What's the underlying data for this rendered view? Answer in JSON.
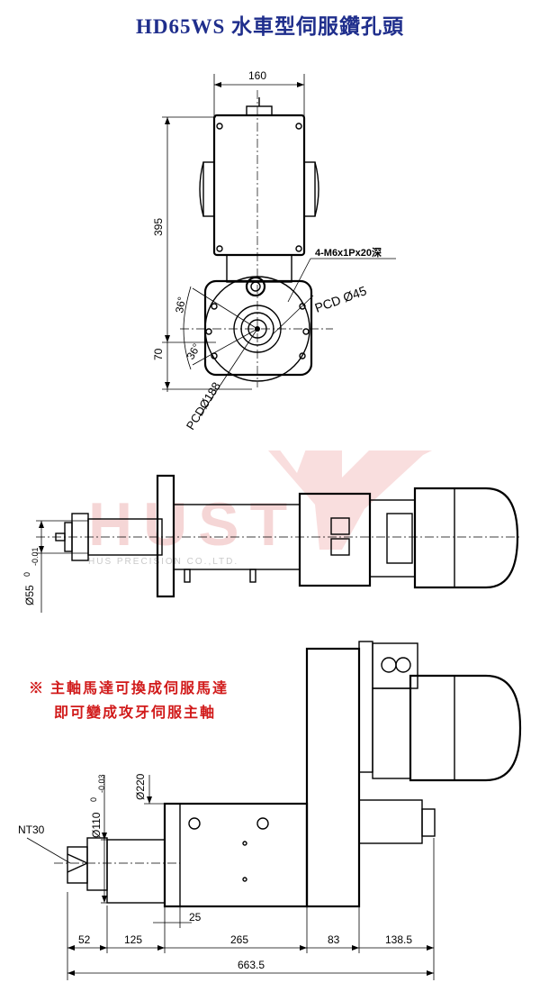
{
  "title": "HD65WS 水車型伺服鑽孔頭",
  "top_view": {
    "width_dim": "160",
    "height_dim": "395",
    "lower_dim": "70",
    "angle_upper": "36°",
    "angle_lower": "36°",
    "screw_note": "4-M6x1Px20深",
    "pcd_small": "PCD Ø45",
    "pcd_large": "PCDØ188"
  },
  "side_view": {
    "diameter_dim": "Ø55",
    "tolerance": "-0.01",
    "tolerance_zero": "0"
  },
  "watermark": {
    "brand": "HUST",
    "company": "HUS PRECISION CO.,LTD."
  },
  "notes": [
    "※  主軸馬達可換成伺服馬達",
    "即可變成攻牙伺服主軸"
  ],
  "front_view": {
    "spindle_label": "NT30",
    "dia_110": "Ø110",
    "tol_110": "-0.03",
    "tol_110_zero": "0",
    "dia_220": "Ø220",
    "dim_25": "25",
    "dims_bottom": [
      "52",
      "125",
      "265",
      "83",
      "138.5"
    ],
    "total_dim": "663.5"
  }
}
